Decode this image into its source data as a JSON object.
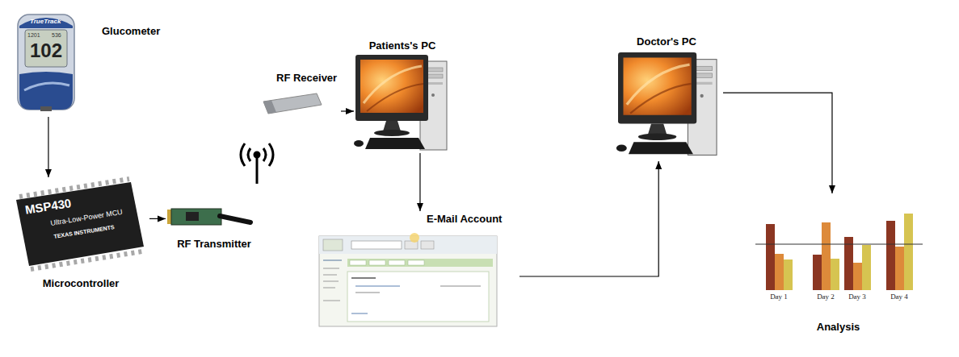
{
  "diagram": {
    "nodes": [
      {
        "text": [
          "Glucometer"
        ]
      },
      {
        "text": [
          "Microcontroller"
        ]
      },
      {
        "text": [
          "RF Transmitter"
        ]
      },
      {
        "text": [
          "RF Receiver"
        ]
      },
      {
        "text": [
          "Patients's PC"
        ]
      },
      {
        "text": [
          "E-Mail Account"
        ]
      },
      {
        "text": [
          "Doctor's PC"
        ]
      },
      {
        "text": [
          "Analysis"
        ]
      }
    ],
    "edges": [
      {
        "from": 0,
        "to": 1,
        "arrow": "to"
      },
      {
        "from": 1,
        "to": 2,
        "arrow": "to"
      },
      {
        "from": 3,
        "to": 4,
        "arrow": "to"
      },
      {
        "from": 4,
        "to": 5,
        "arrow": "to"
      },
      {
        "from": 5,
        "to": 6,
        "arrow": "to"
      },
      {
        "from": 6,
        "to": 7,
        "arrow": "to"
      }
    ],
    "labels": [
      "TrueTrack",
      "1201",
      "536",
      "102",
      "MSP430",
      "Ultra-Low-Power MCU",
      "TEXAS INSTRUMENTS",
      "Day 1",
      "Day 2",
      "Day 3",
      "Day 4"
    ]
  }
}
